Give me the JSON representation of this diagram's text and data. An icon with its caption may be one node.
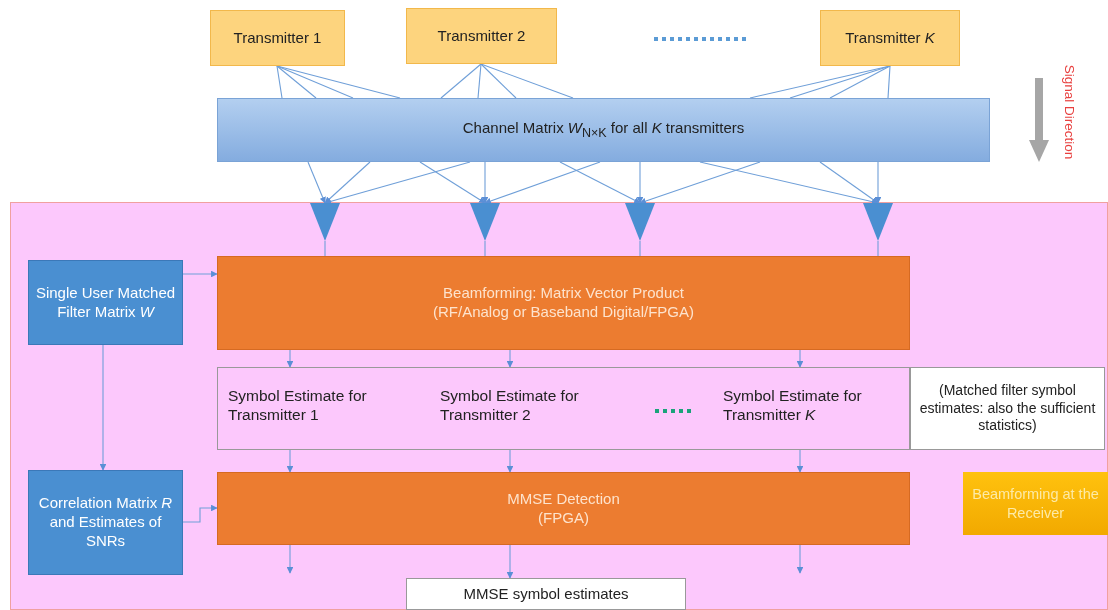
{
  "diagram": {
    "nodes": [
      {
        "text": [
          "Transmitter 1"
        ]
      },
      {
        "text": [
          "Transmitter 2"
        ]
      },
      {
        "text": [
          "Transmitter *K*"
        ]
      },
      {
        "text": [
          "Channel Matrix *W*$_{N×K}$ for all *K* transmitters"
        ]
      },
      {
        "text": [],
        "shape": "triangle"
      },
      {
        "text": [],
        "shape": "triangle"
      },
      {
        "text": [],
        "shape": "triangle"
      },
      {
        "text": [],
        "shape": "triangle"
      },
      {
        "text": [
          "Single User Matched Filter Matrix *W*"
        ]
      },
      {
        "text": [
          "Beamforming: Matrix Vector Product",
          "(RF/Analog or Baseband Digital/FPGA)"
        ]
      },
      {
        "text": [
          "Symbol Estimate for Transmitter 1",
          "Symbol Estimate for Transmitter 2",
          "Symbol Estimate for Transmitter *K*"
        ]
      },
      {
        "text": [
          "(Matched filter symbol estimates: also the sufficient statistics)"
        ]
      },
      {
        "text": [
          "Correlation Matrix *R* and Estimates of SNRs"
        ]
      },
      {
        "text": [
          "MMSE Detection",
          "(FPGA)"
        ]
      },
      {
        "text": [
          "Beamforming at the Receiver"
        ]
      },
      {
        "text": [
          "MMSE symbol estimates"
        ]
      }
    ],
    "edges": [
      {
        "from": 0,
        "to": 3,
        "arrow": "none"
      },
      {
        "from": 0,
        "to": 3,
        "arrow": "none"
      },
      {
        "from": 0,
        "to": 3,
        "arrow": "none"
      },
      {
        "from": 0,
        "to": 3,
        "arrow": "none"
      },
      {
        "from": 1,
        "to": 3,
        "arrow": "none"
      },
      {
        "from": 1,
        "to": 3,
        "arrow": "none"
      },
      {
        "from": 1,
        "to": 3,
        "arrow": "none"
      },
      {
        "from": 1,
        "to": 3,
        "arrow": "none"
      },
      {
        "from": 2,
        "to": 3,
        "arrow": "none"
      },
      {
        "from": 2,
        "to": 3,
        "arrow": "none"
      },
      {
        "from": 2,
        "to": 3,
        "arrow": "none"
      },
      {
        "from": 2,
        "to": 3,
        "arrow": "none"
      },
      {
        "from": 3,
        "to": 4,
        "arrow": "to"
      },
      {
        "from": 3,
        "to": 4,
        "arrow": "to"
      },
      {
        "from": 3,
        "to": 4,
        "arrow": "to"
      },
      {
        "from": 3,
        "to": 5,
        "arrow": "to"
      },
      {
        "from": 3,
        "to": 5,
        "arrow": "to"
      },
      {
        "from": 3,
        "to": 5,
        "arrow": "to"
      },
      {
        "from": 3,
        "to": 6,
        "arrow": "to"
      },
      {
        "from": 3,
        "to": 6,
        "arrow": "to"
      },
      {
        "from": 3,
        "to": 6,
        "arrow": "to"
      },
      {
        "from": 3,
        "to": 7,
        "arrow": "to"
      },
      {
        "from": 3,
        "to": 7,
        "arrow": "to"
      },
      {
        "from": 3,
        "to": 7,
        "arrow": "to"
      },
      {
        "from": 4,
        "to": 9,
        "arrow": "none"
      },
      {
        "from": 5,
        "to": 9,
        "arrow": "none"
      },
      {
        "from": 6,
        "to": 9,
        "arrow": "none"
      },
      {
        "from": 7,
        "to": 9,
        "arrow": "none"
      },
      {
        "from": 8,
        "to": 9,
        "arrow": "to"
      },
      {
        "from": 8,
        "to": 12,
        "arrow": "to"
      },
      {
        "from": 9,
        "to": 10,
        "arrow": "to"
      },
      {
        "from": 9,
        "to": 10,
        "arrow": "to"
      },
      {
        "from": 9,
        "to": 10,
        "arrow": "to"
      },
      {
        "from": 10,
        "to": 13,
        "arrow": "to"
      },
      {
        "from": 10,
        "to": 13,
        "arrow": "to"
      },
      {
        "from": 10,
        "to": 13,
        "arrow": "to"
      },
      {
        "from": 12,
        "to": 13,
        "arrow": "to"
      },
      {
        "from": 13,
        "to": null,
        "arrow": "to"
      },
      {
        "from": 13,
        "to": 15,
        "arrow": "to"
      },
      {
        "from": 13,
        "to": null,
        "arrow": "to"
      }
    ],
    "labels": [
      "Signal Direction"
    ]
  }
}
